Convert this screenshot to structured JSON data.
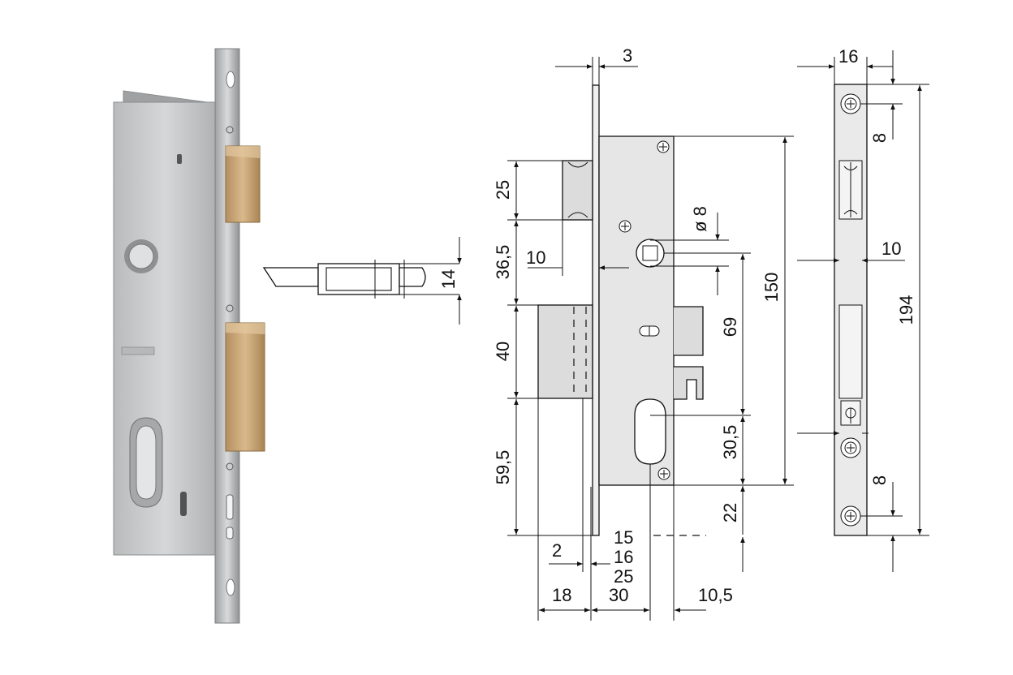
{
  "dimensions": {
    "faceplate_thickness": "3",
    "strike_width": "16",
    "strike_screw_offset_top": "8",
    "latch_height": "25",
    "latch_to_handle": "36,5",
    "handle_hole_diameter": "ø 8",
    "latch_side_offset": "10",
    "latch_side_depth": "14",
    "case_height": "150",
    "strike_height": "194",
    "strike_slot_offset": "10",
    "handle_to_cylinder": "69",
    "deadbolt_height": "40",
    "cylinder_to_bottom_screw": "30,5",
    "bottom_section": "59,5",
    "strike_screw_offset_bottom": "8",
    "case_to_plate_end": "22",
    "backset_a": "15",
    "backset_b": "16",
    "backset_c": "25",
    "backset_d": "30",
    "thickness_2": "2",
    "bolt_throw": "18",
    "cylinder_offset": "10,5"
  },
  "colors": {
    "steel": "#c9cacb",
    "brass": "#c9a77c",
    "line": "#111111"
  }
}
